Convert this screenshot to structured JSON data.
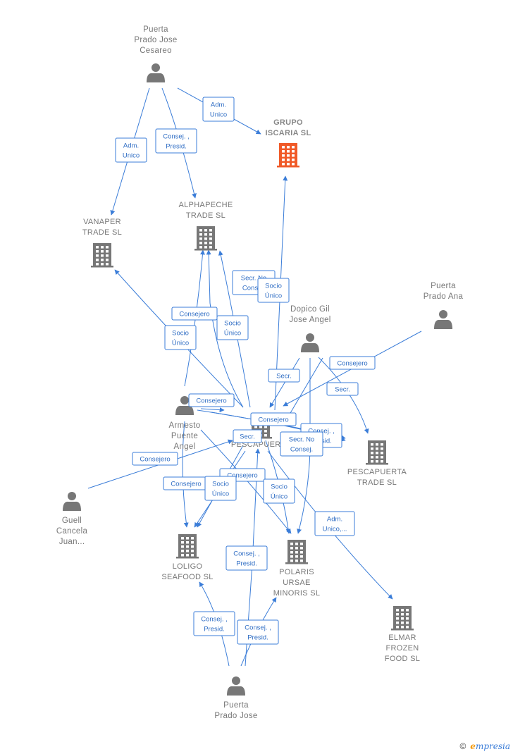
{
  "colors": {
    "edge": "#3b7dd8",
    "node": "#777777",
    "highlight": "#f05a28"
  },
  "nodes": [
    {
      "id": "puerta_prado_jose_cesareo",
      "type": "person",
      "label": [
        "Puerta",
        "Prado Jose",
        "Cesareo"
      ]
    },
    {
      "id": "grupo_iscaria",
      "type": "company",
      "highlight": true,
      "label": [
        "GRUPO",
        "ISCARIA  SL"
      ]
    },
    {
      "id": "alphapeche",
      "type": "company",
      "label": [
        "ALPHAPECHE",
        "TRADE  SL"
      ]
    },
    {
      "id": "vanaper",
      "type": "company",
      "label": [
        "VANAPER",
        "TRADE  SL"
      ]
    },
    {
      "id": "puerta_prado_ana",
      "type": "person",
      "label": [
        "Puerta",
        "Prado Ana"
      ]
    },
    {
      "id": "dopico_gil",
      "type": "person",
      "label": [
        "Dopico Gil",
        "Jose Angel"
      ]
    },
    {
      "id": "pescapuerta",
      "type": "company",
      "label": [
        "PESCAPUERTA"
      ]
    },
    {
      "id": "armesto",
      "type": "person",
      "label": [
        "Armesto",
        "Puente",
        "Angel"
      ]
    },
    {
      "id": "pescapuerta_trade",
      "type": "company",
      "label": [
        "PESCAPUERTA",
        "TRADE  SL"
      ]
    },
    {
      "id": "guell",
      "type": "person",
      "label": [
        "Guell",
        "Cancela",
        "Juan..."
      ]
    },
    {
      "id": "loligo",
      "type": "company",
      "label": [
        "LOLIGO",
        "SEAFOOD  SL"
      ]
    },
    {
      "id": "polaris",
      "type": "company",
      "label": [
        "POLARIS",
        "URSAE",
        "MINORIS  SL"
      ]
    },
    {
      "id": "elmar",
      "type": "company",
      "label": [
        "ELMAR",
        "FROZEN",
        "FOOD  SL"
      ]
    },
    {
      "id": "puerta_prado_jose",
      "type": "person",
      "label": [
        "Puerta",
        "Prado Jose"
      ]
    }
  ],
  "edge_labels": [
    [
      "Adm.",
      "Unico"
    ],
    [
      "Consej. ,",
      "Presid."
    ],
    [
      "Adm.",
      "Unico"
    ],
    [
      "Secr.  No",
      "Consej."
    ],
    [
      "Socio",
      "Único"
    ],
    [
      "Consejero"
    ],
    [
      "Socio",
      "Único"
    ],
    [
      "Socio",
      "Único"
    ],
    [
      "Consejero"
    ],
    [
      "Secr."
    ],
    [
      "Secr."
    ],
    [
      "Consejero"
    ],
    [
      "Consejero"
    ],
    [
      "Consej. ,",
      "Presid."
    ],
    [
      "Secr.  No",
      "Consej."
    ],
    [
      "Secr."
    ],
    [
      "Consejero"
    ],
    [
      "Consejero"
    ],
    [
      "Consejero"
    ],
    [
      "Socio",
      "Único"
    ],
    [
      "Socio",
      "Único"
    ],
    [
      "Adm.",
      "Unico,..."
    ],
    [
      "Consej. ,",
      "Presid."
    ],
    [
      "Consej. ,",
      "Presid."
    ],
    [
      "Consej. ,",
      "Presid."
    ]
  ],
  "watermark": {
    "copyright": "©",
    "brand_initial": "e",
    "brand_rest": "mpresia"
  }
}
